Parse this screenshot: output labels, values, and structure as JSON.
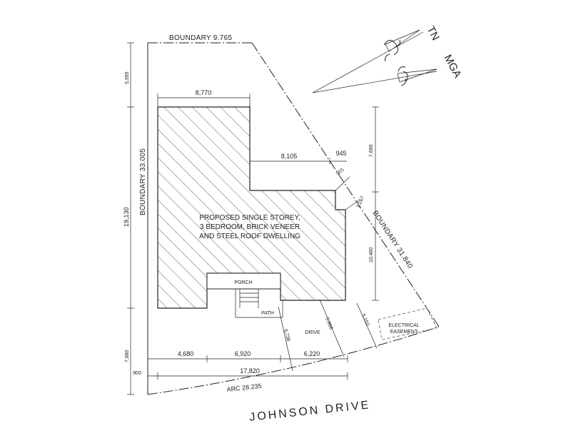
{
  "compass": {
    "tn": "TN",
    "mga": "MGA"
  },
  "boundaries": {
    "top": "BOUNDARY 9.765",
    "left": "BOUNDARY 33.005",
    "right": "BOUNDARY 31.840",
    "arc": "ARC 28.235"
  },
  "street": "JOHNSON  DRIVE",
  "dwelling_note": [
    "PROPOSED SINGLE STOREY,",
    "3 BEDROOM, BRICK VENEER",
    "AND STEEL ROOF DWELLING"
  ],
  "labels": {
    "porch": "PORCH",
    "path": "PATH",
    "drive": "DRIVE",
    "easement": [
      "ELECTRICAL",
      "EASEMENT"
    ]
  },
  "dimensions": {
    "left_top": "5,995",
    "left_mid": "19,130",
    "left_bottom": "7,880",
    "width_top": "8,770",
    "setback_mid": "8,105",
    "setback_right": "945",
    "angle_901": "901",
    "right_1167": "1,167",
    "right_7690": "7,690",
    "right_10460": "10,460",
    "diag_6738": "6,738",
    "diag_5968": "5,968",
    "diag_5102": "5,102",
    "bottom_4680": "4,680",
    "bottom_6920": "6,920",
    "bottom_6220": "6,220",
    "bottom_17820": "17,820",
    "bottom_900": "900"
  }
}
